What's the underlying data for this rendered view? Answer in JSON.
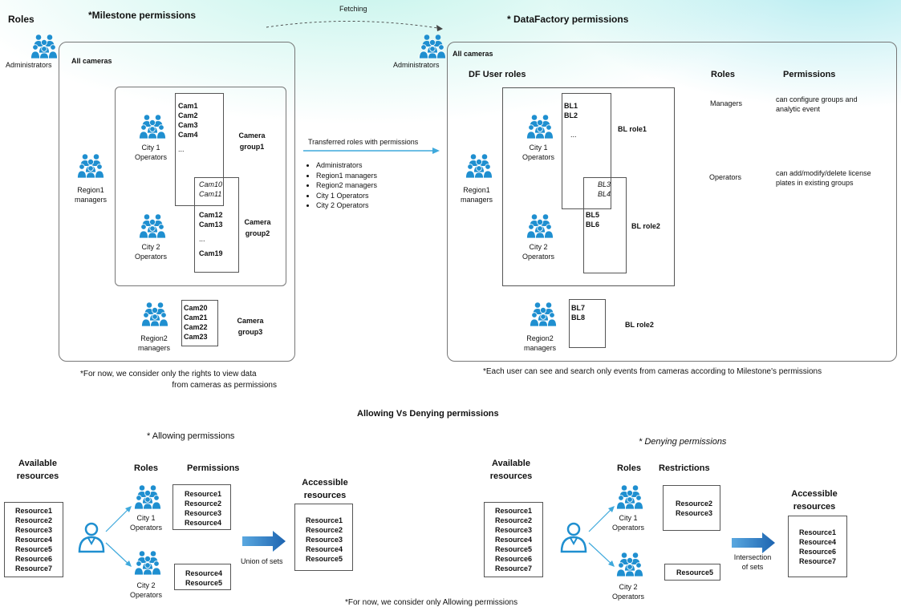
{
  "top": {
    "roles_heading": "Roles",
    "admins_left": "Administrators",
    "fetching": "Fetching",
    "milestone_title": "*Milestone permissions",
    "datafactory_title": "* DataFactory permissions",
    "admins_right": "Administrators"
  },
  "milestone": {
    "all_cameras": "All cameras",
    "region1": [
      "Region1",
      "managers"
    ],
    "city1": [
      "City 1",
      "Operators"
    ],
    "city2": [
      "City 2",
      "Operators"
    ],
    "region2": [
      "Region2",
      "managers"
    ],
    "cams_group1": [
      "Cam1",
      "Cam2",
      "Cam3",
      "Cam4",
      "..."
    ],
    "cams_shared": [
      "Cam10",
      "Cam11"
    ],
    "cams_group2": [
      "Cam12",
      "Cam13",
      "...",
      "Cam19"
    ],
    "cams_group3": [
      "Cam20",
      "Cam21",
      "Cam22",
      "Cam23"
    ],
    "group1_label": [
      "Camera",
      "group1"
    ],
    "group2_label": [
      "Camera",
      "group2"
    ],
    "group3_label": [
      "Camera",
      "group3"
    ],
    "footnote": [
      "*For now, we consider only the rights to view data",
      "from cameras as permissions"
    ]
  },
  "transfer": {
    "label": "Transferred roles with permissions",
    "items": [
      "Administrators",
      "Region1 managers",
      "Region2 managers",
      "City 1 Operators",
      "City 2 Operators"
    ]
  },
  "datafactory": {
    "all_cameras": "All cameras",
    "df_user_roles": "DF User roles",
    "region1": [
      "Region1",
      "managers"
    ],
    "city1": [
      "City 1",
      "Operators"
    ],
    "city2": [
      "City 2",
      "Operators"
    ],
    "region2": [
      "Region2",
      "managers"
    ],
    "bl_top": [
      "BL1",
      "BL2",
      "..."
    ],
    "bl_shared": [
      "BL3",
      "BL4"
    ],
    "bl_mid": [
      "BL5",
      "BL6"
    ],
    "bl_bottom": [
      "BL7",
      "BL8"
    ],
    "bl_role1": "BL role1",
    "bl_role2a": "BL role2",
    "bl_role2b": "BL role2",
    "roles_header": "Roles",
    "permissions_header": "Permissions",
    "managers": "Managers",
    "managers_perm": [
      "can configure groups and",
      "analytic event"
    ],
    "operators": "Operators",
    "operators_perm": [
      "can add/modify/delete license",
      "plates in existing groups"
    ],
    "footnote": "*Each user can see and search only events from cameras according to Milestone's permissions"
  },
  "bottom": {
    "title": "Allowing Vs Denying permissions",
    "footnote": "*For now, we consider only Allowing permissions",
    "allowing": {
      "title": "* Allowing permissions",
      "available": [
        "Available",
        "resources"
      ],
      "roles": "Roles",
      "permissions": "Permissions",
      "accessible": [
        "Accessible",
        "resources"
      ],
      "resources": [
        "Resource1",
        "Resource2",
        "Resource3",
        "Resource4",
        "Resource5",
        "Resource6",
        "Resource7"
      ],
      "city1": [
        "City 1",
        "Operators"
      ],
      "city2": [
        "City 2",
        "Operators"
      ],
      "perm1": [
        "Resource1",
        "Resource2",
        "Resource3",
        "Resource4"
      ],
      "perm2": [
        "Resource4",
        "Resource5"
      ],
      "operation": "Union of sets",
      "result": [
        "Resource1",
        "Resource2",
        "Resource3",
        "Resource4",
        "Resource5"
      ]
    },
    "denying": {
      "title": "* Denying permissions",
      "available": [
        "Available",
        "resources"
      ],
      "roles": "Roles",
      "restrictions": "Restrictions",
      "accessible": [
        "Accessible",
        "resources"
      ],
      "resources": [
        "Resource1",
        "Resource2",
        "Resource3",
        "Resource4",
        "Resource5",
        "Resource6",
        "Resource7"
      ],
      "city1": [
        "City 1",
        "Operators"
      ],
      "city2": [
        "City 2",
        "Operators"
      ],
      "restr1": [
        "Resource2",
        "Resource3"
      ],
      "restr2": [
        "Resource5"
      ],
      "operation": [
        "Intersection",
        "of sets"
      ],
      "result": [
        "Resource1",
        "Resource4",
        "Resource6",
        "Resource7"
      ]
    }
  },
  "colors": {
    "icon": "#1f8fd0",
    "arrow": "#3fa9dc",
    "bigarrow": "#2f78c4"
  }
}
